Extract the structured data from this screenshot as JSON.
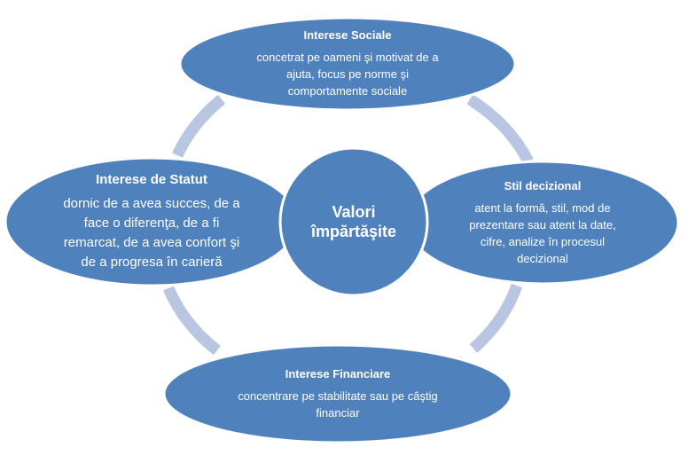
{
  "center": {
    "label_line1": "Valori",
    "label_line2": "împărtăşite"
  },
  "nodes": {
    "sociale": {
      "title": "Interese Sociale",
      "lines": [
        "concetrat  pe oameni şi motivat  de a",
        "ajuta, focus pe norme  şi",
        "comportamente   sociale"
      ]
    },
    "stil": {
      "title": "Stil decizional",
      "lines": [
        "atent  la formă, stil, mod  de",
        "prezentare   sau atent  la date,",
        "cifre, analize în procesul",
        "decizional"
      ]
    },
    "statut": {
      "title": "Interese de Statut",
      "lines": [
        "dornic de a avea succes, de a",
        "face o diferenţa, de a fi",
        "remarcat, de a avea confort şi",
        "de a progresa  în carieră"
      ]
    },
    "financiare": {
      "title": "Interese Financiare",
      "lines": [
        "concentrare  pe stabilitate sau pe câştig",
        "financiar"
      ]
    }
  },
  "colors": {
    "ellipse_fill": "#4F81BD",
    "ellipse_stroke": "#FFFFFF",
    "ring": "#B8C6E2",
    "text": "#FFFFFF"
  }
}
